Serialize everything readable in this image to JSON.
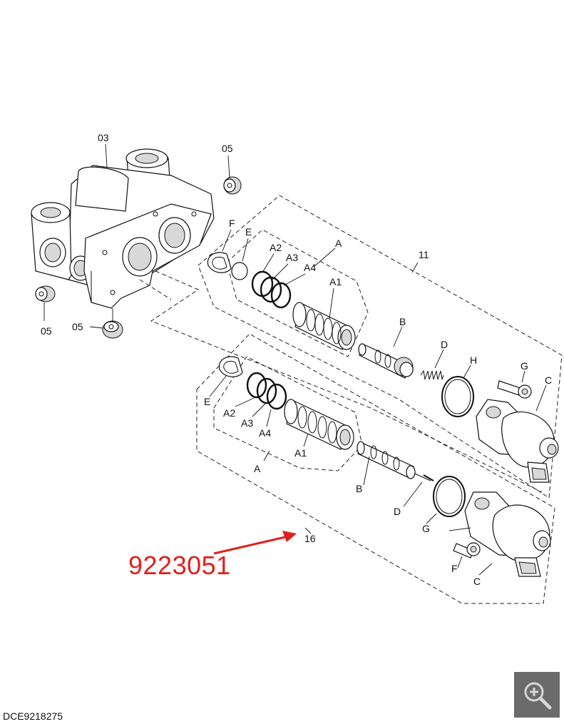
{
  "diagram": {
    "callouts": {
      "housing": "03",
      "plug_top": "05",
      "plug_left": "05",
      "plug_bottom": "05",
      "assy_upper": "11",
      "assy_lower": "16",
      "upper": {
        "F": "F",
        "E": "E",
        "A": "A",
        "A2": "A2",
        "A3": "A3",
        "A4": "A4",
        "A1": "A1",
        "B": "B",
        "D": "D",
        "H": "H",
        "G": "G",
        "C": "C"
      },
      "lower": {
        "E": "E",
        "A2": "A2",
        "A3": "A3",
        "A4": "A4",
        "A1": "A1",
        "A": "A",
        "B": "B",
        "D": "D",
        "G": "G",
        "F": "F",
        "C": "C"
      }
    },
    "highlight": {
      "part_number": "9223051",
      "arrow_color": "#e0201c"
    }
  },
  "footer": {
    "drawing_id": "DCE9218275"
  },
  "controls": {
    "zoom_icon": "zoom-in-icon"
  }
}
